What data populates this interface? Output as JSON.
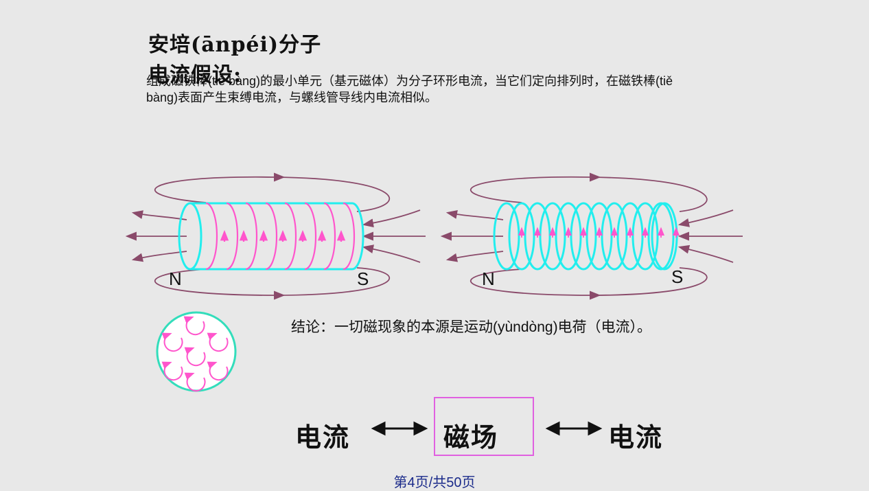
{
  "title": {
    "line1": "安培(ānpéi)分子",
    "line2": "电流假设:"
  },
  "description": "组成磁铁棒(tiě bàng)的最小单元（基元磁体）为分子环形电流，当它们定向排列时，在磁铁棒(tiě bàng)表面产生束缚电流，与螺线管导线内电流相似。",
  "diagram": {
    "left_pole_n": "N",
    "left_pole_s": "S",
    "right_pole_n": "N",
    "right_pole_s": "S"
  },
  "conclusion": "结论：一切磁现象的本源是运动(yùndòng)电荷（电流）。",
  "relation": {
    "left": "电流",
    "center": "磁场",
    "right": "电流"
  },
  "footer": "第4页/共50页",
  "colors": {
    "field_lines": "#8a4a6a",
    "coil": "#22eeee",
    "current": "#ff55cc",
    "box_border": "#e060e0",
    "footer_text": "#1a2a8a"
  }
}
